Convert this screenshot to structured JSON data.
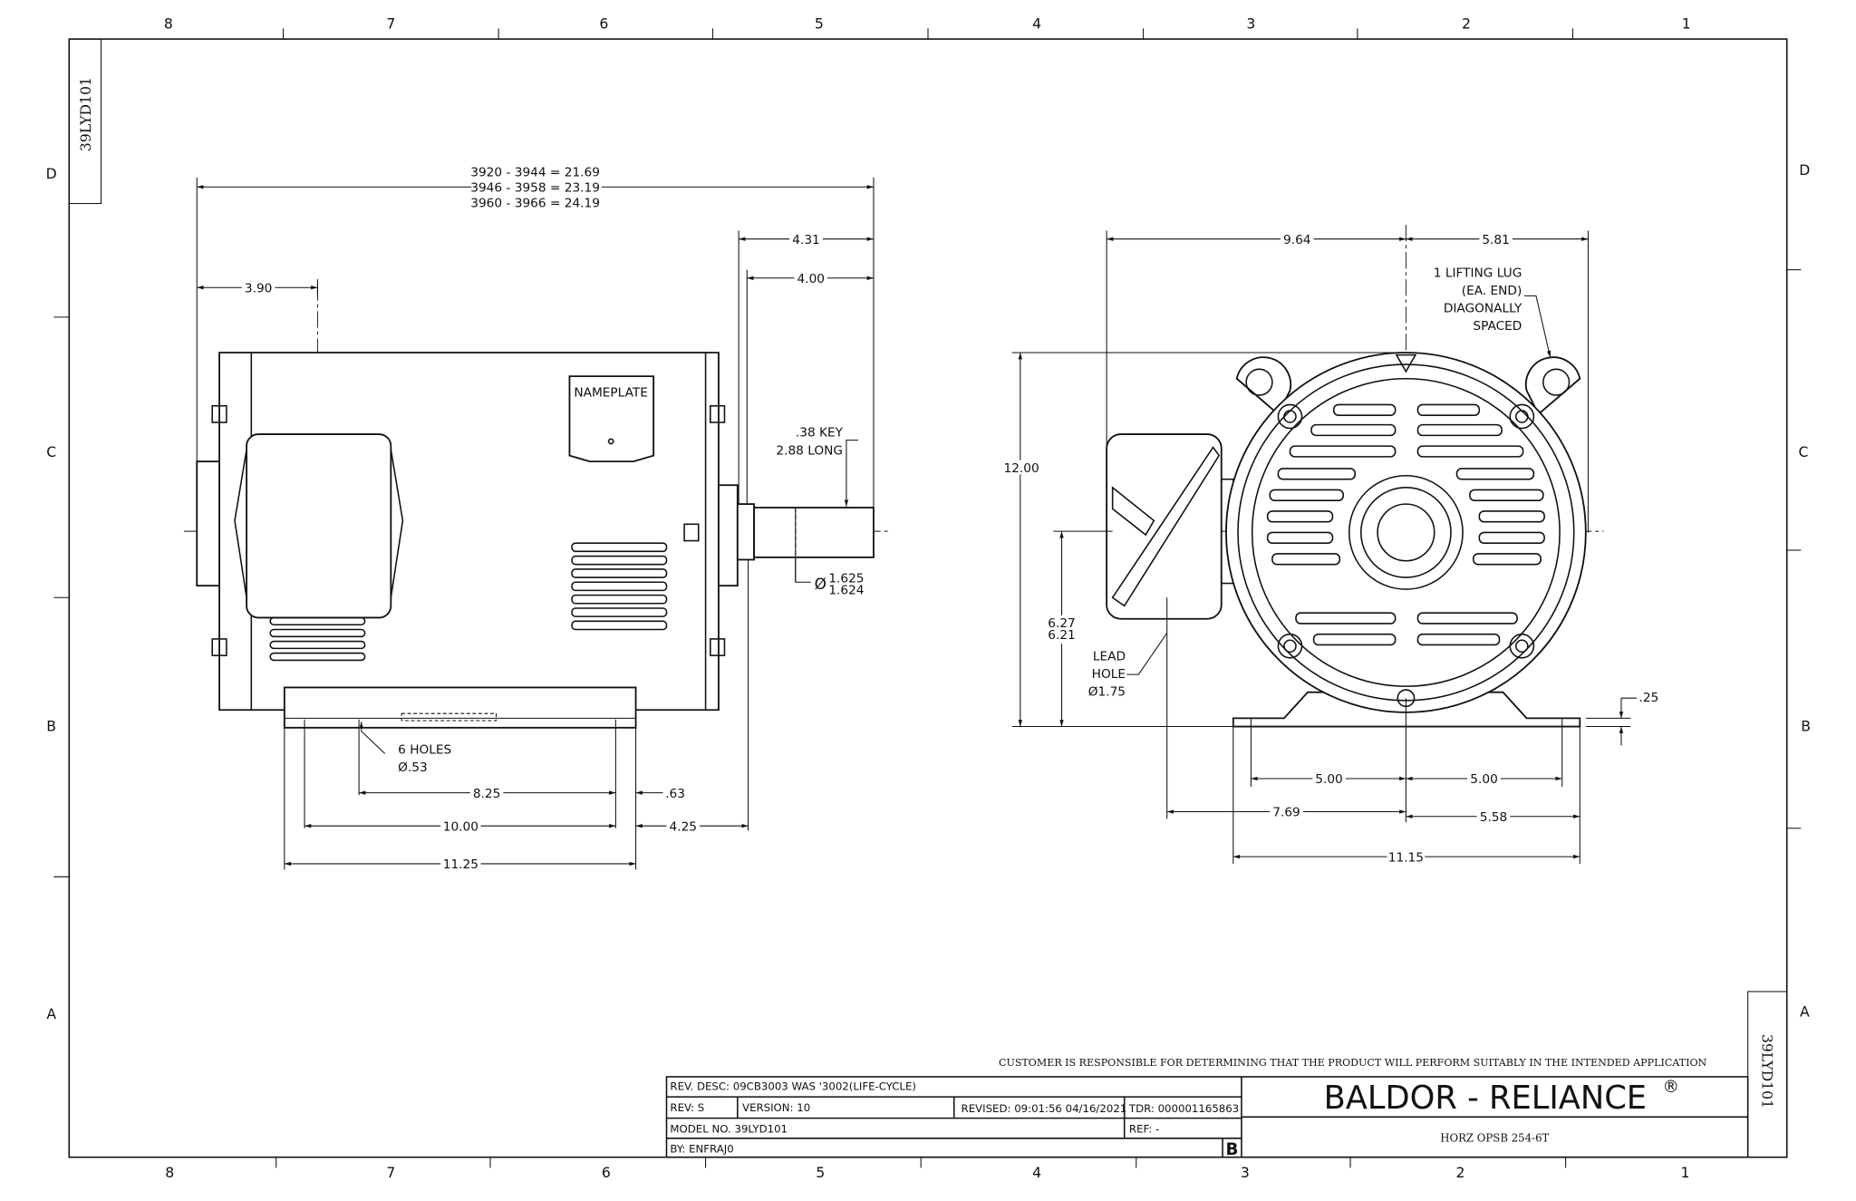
{
  "sheet": {
    "drawing_id": "39LYD101",
    "columns": [
      "8",
      "7",
      "6",
      "5",
      "4",
      "3",
      "2",
      "1"
    ],
    "rows": [
      "D",
      "C",
      "B",
      "A"
    ]
  },
  "side_view": {
    "overall_length": [
      "3920 - 3944 = 21.69",
      "3946 - 3958 = 23.19",
      "3960 - 3966 = 24.19"
    ],
    "d_390": "3.90",
    "d_431": "4.31",
    "d_400": "4.00",
    "nameplate": "NAMEPLATE",
    "key_line1": ".38 KEY",
    "key_line2": "2.88 LONG",
    "shaft_dia_symbol": "Ø",
    "shaft_dia_max": "1.625",
    "shaft_dia_min": "1.624",
    "holes_line1": "6 HOLES",
    "holes_line2": "Ø.53",
    "d_825": "8.25",
    "d_063": ".63",
    "d_1000": "10.00",
    "d_425": "4.25",
    "d_1125": "11.25"
  },
  "end_view": {
    "d_964": "9.64",
    "d_581": "5.81",
    "lug_note": [
      "1 LIFTING LUG",
      "(EA. END)",
      "DIAGONALLY",
      "SPACED"
    ],
    "d_1200": "12.00",
    "d_627": "6.27",
    "d_621": "6.21",
    "lead_hole": [
      "LEAD",
      "HOLE",
      "Ø1.75"
    ],
    "d_025": ".25",
    "d_500a": "5.00",
    "d_500b": "5.00",
    "d_769": "7.69",
    "d_558": "5.58",
    "d_1115": "11.15"
  },
  "title_block": {
    "disclaimer": "CUSTOMER IS RESPONSIBLE FOR DETERMINING THAT THE PRODUCT WILL PERFORM SUITABLY IN THE INTENDED APPLICATION",
    "rev_desc": "REV. DESC: 09CB3003 WAS '3002(LIFE-CYCLE)",
    "rev": "REV:  S",
    "version": "VERSION:  10",
    "revised": "REVISED:  09:01:56 04/16/2021",
    "tdr": "TDR: 000001165863",
    "model_no": "MODEL NO.  39LYD101",
    "ref": "REF:  -",
    "by": "BY: ENFRAJ0",
    "size": "B",
    "brand": "BALDOR - RELIANCE",
    "brand_mark": "®",
    "description": "HORZ OPSB 254-6T"
  }
}
